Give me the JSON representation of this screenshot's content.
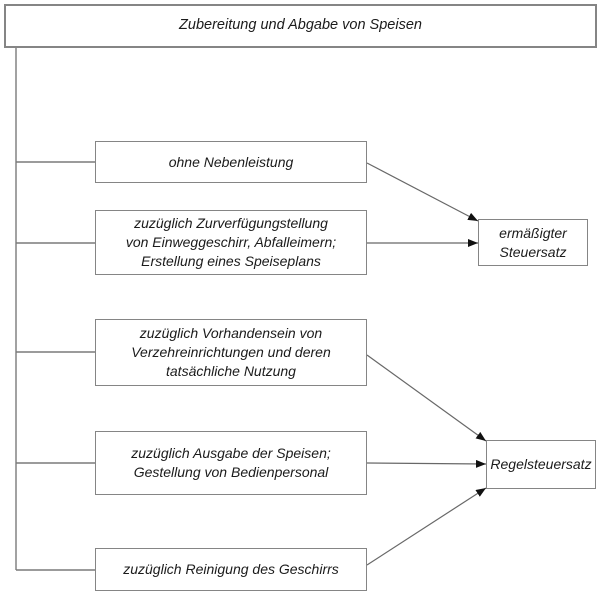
{
  "diagram": {
    "title": "Zubereitung und Abgabe von Speisen",
    "conditions": [
      {
        "label": "ohne Nebenleistung"
      },
      {
        "label": "zuzüglich Zurverfügungstellung\nvon Einweggeschirr, Abfalleimern;\nErstellung eines Speiseplans"
      },
      {
        "label": "zuzüglich Vorhandensein von\nVerzehreinrichtungen und deren\ntatsächliche Nutzung"
      },
      {
        "label": "zuzüglich Ausgabe der Speisen;\nGestellung von Bedienpersonal"
      },
      {
        "label": "zuzüglich Reinigung des Geschirrs"
      }
    ],
    "outcomes": [
      {
        "label": "ermäßigter\nSteuersatz"
      },
      {
        "label": "Regelsteuersatz"
      }
    ],
    "edges": [
      {
        "from": "ohne Nebenleistung",
        "to": "ermäßigter Steuersatz"
      },
      {
        "from": "zuzüglich Zurverfügungstellung von Einweggeschirr, Abfalleimern; Erstellung eines Speiseplans",
        "to": "ermäßigter Steuersatz"
      },
      {
        "from": "zuzüglich Vorhandensein von Verzehreinrichtungen und deren tatsächliche Nutzung",
        "to": "Regelsteuersatz"
      },
      {
        "from": "zuzüglich Ausgabe der Speisen; Gestellung von Bedienpersonal",
        "to": "Regelsteuersatz"
      },
      {
        "from": "zuzüglich Reinigung des Geschirrs",
        "to": "Regelsteuersatz"
      }
    ]
  },
  "colors": {
    "line": "#7a7a7a",
    "arrow": "#111111",
    "box_border": "#858585",
    "text": "#1b1b1b",
    "background": "#ffffff"
  }
}
